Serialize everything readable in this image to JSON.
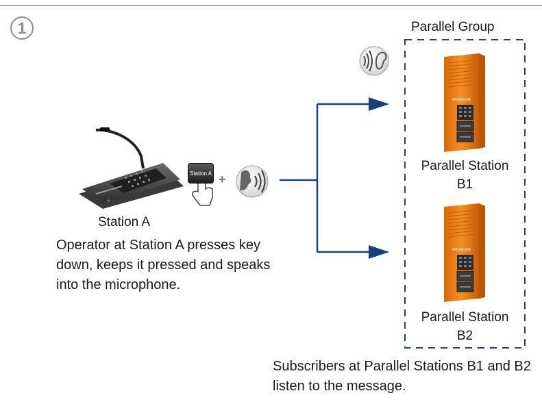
{
  "step_number": "1",
  "station_a": {
    "label": "Station A",
    "key_label": "Station A",
    "description": "Operator at Station A presses key down, keeps it pressed and speaks into the microphone."
  },
  "plus_sign": "+",
  "group": {
    "title": "Parallel Group",
    "stations": [
      {
        "label_line1": "Parallel Station",
        "label_line2": "B1"
      },
      {
        "label_line1": "Parallel Station",
        "label_line2": "B2"
      }
    ]
  },
  "footer_text": "Subscribers at Parallel Stations B1 and B2 listen to the message.",
  "colors": {
    "arrow": "#1b3f7a",
    "group_border": "#2a3f6e",
    "station_orange": "#f07f12",
    "step_circle": "#8c8c8c"
  },
  "icons": [
    "step-number-icon",
    "desk-microphone-station-icon",
    "key-press-icon",
    "speaking-voice-icon",
    "listening-ear-icon",
    "intercom-station-icon"
  ]
}
